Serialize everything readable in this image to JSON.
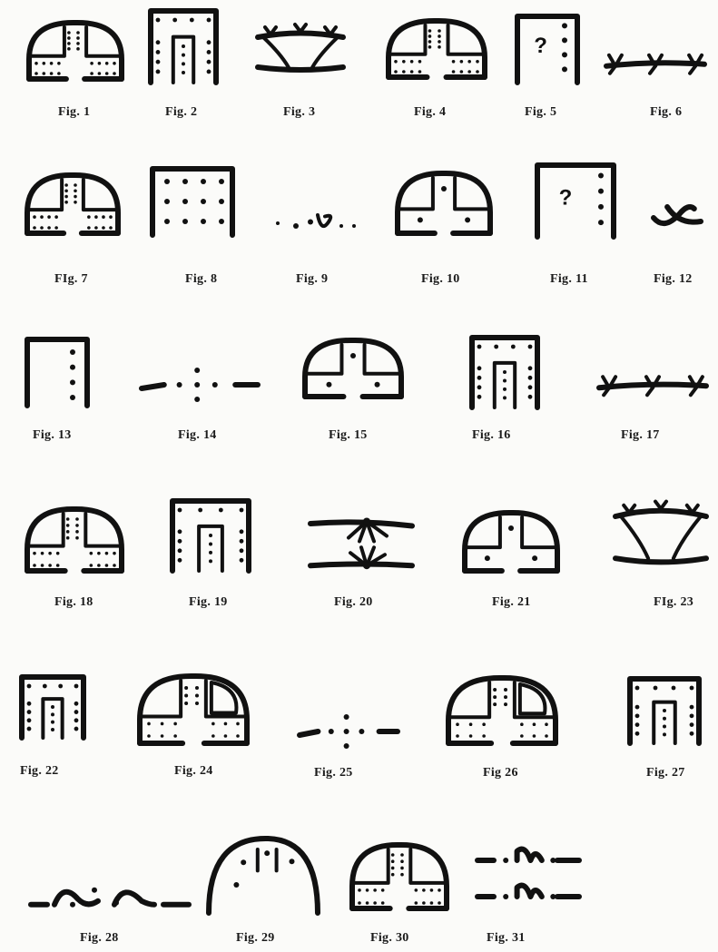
{
  "figures": [
    {
      "id": 1,
      "caption": "Fig. 1",
      "shape": "arch-dotted"
    },
    {
      "id": 2,
      "caption": "Fig. 2",
      "shape": "door-framed"
    },
    {
      "id": 3,
      "caption": "Fig. 3",
      "shape": "branch-loop"
    },
    {
      "id": 4,
      "caption": "Fig. 4",
      "shape": "arch-dotted"
    },
    {
      "id": 5,
      "caption": "Fig. 5",
      "shape": "box-question"
    },
    {
      "id": 6,
      "caption": "Fig. 6",
      "shape": "branch-line"
    },
    {
      "id": 7,
      "caption": "FIg. 7",
      "shape": "arch-dotted"
    },
    {
      "id": 8,
      "caption": "Fig. 8",
      "shape": "box-dots"
    },
    {
      "id": 9,
      "caption": "Fig. 9",
      "shape": "dot-curve"
    },
    {
      "id": 10,
      "caption": "Fig. 10",
      "shape": "arch-plain"
    },
    {
      "id": 11,
      "caption": "Fig. 11",
      "shape": "box-question"
    },
    {
      "id": 12,
      "caption": "Fig. 12",
      "shape": "curl"
    },
    {
      "id": 13,
      "caption": "Fig. 13",
      "shape": "box-right-dots"
    },
    {
      "id": 14,
      "caption": "Fig. 14",
      "shape": "dash-dots"
    },
    {
      "id": 15,
      "caption": "Fig. 15",
      "shape": "arch-plain"
    },
    {
      "id": 16,
      "caption": "Fig. 16",
      "shape": "door-framed"
    },
    {
      "id": 17,
      "caption": "Fig. 17",
      "shape": "branch-line"
    },
    {
      "id": 18,
      "caption": "Fig. 18",
      "shape": "arch-dotted"
    },
    {
      "id": 19,
      "caption": "Fig. 19",
      "shape": "door-framed"
    },
    {
      "id": 20,
      "caption": "Fig. 20",
      "shape": "branch-star"
    },
    {
      "id": 21,
      "caption": "Fig. 21",
      "shape": "arch-plain"
    },
    {
      "id": 23,
      "caption": "FIg. 23",
      "shape": "branch-loop"
    },
    {
      "id": 22,
      "caption": "Fig. 22",
      "shape": "door-framed"
    },
    {
      "id": 24,
      "caption": "Fig. 24",
      "shape": "arch-rounded"
    },
    {
      "id": 25,
      "caption": "Fig. 25",
      "shape": "dash-dots"
    },
    {
      "id": 26,
      "caption": "Fig 26",
      "shape": "arch-rounded"
    },
    {
      "id": 27,
      "caption": "Fig. 27",
      "shape": "door-framed"
    },
    {
      "id": 28,
      "caption": "Fig. 28",
      "shape": "wave-dots"
    },
    {
      "id": 29,
      "caption": "Fig. 29",
      "shape": "arch-tall"
    },
    {
      "id": 30,
      "caption": "Fig. 30",
      "shape": "arch-dotted"
    },
    {
      "id": 31,
      "caption": "Fig. 31",
      "shape": "dash-m"
    }
  ]
}
